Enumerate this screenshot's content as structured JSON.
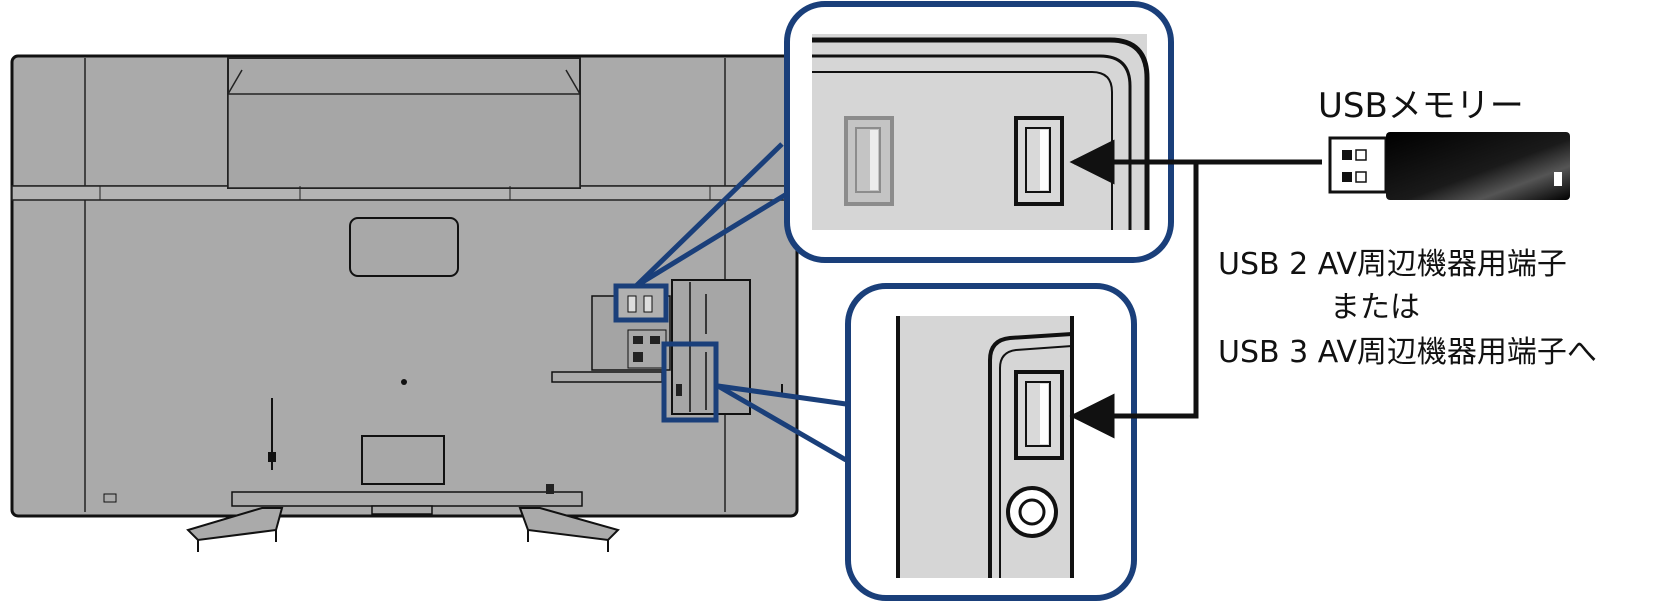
{
  "labels": {
    "usb_memory": "USBメモリー",
    "port_line1": "USB 2 AV周辺機器用端子",
    "port_line2": "または",
    "port_line3": "USB 3 AV周辺機器用端子へ"
  },
  "colors": {
    "callout_border": "#1a3f7a",
    "tv_body": "#aaaaaa",
    "panel_fill": "#d6d6d6",
    "stroke": "#111111",
    "usb_body": "#111111"
  }
}
